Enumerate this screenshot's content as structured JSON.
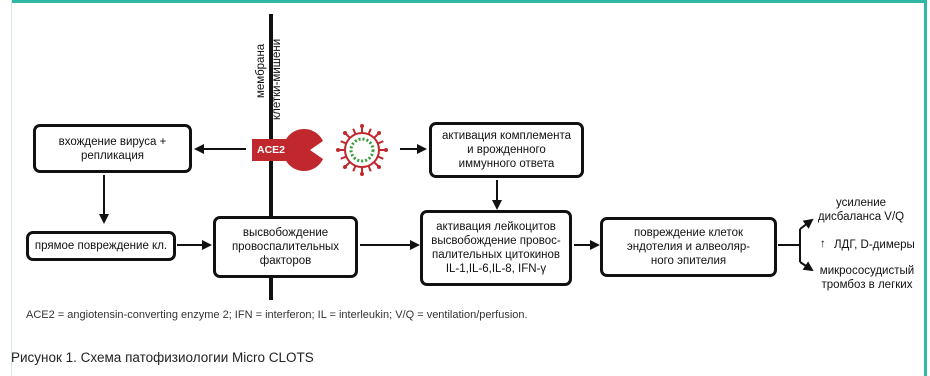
{
  "membrane_label": {
    "line1": "мембрана",
    "line2": "клетки-мишени"
  },
  "receptor_label": "ACE2",
  "boxes": {
    "virus_entry": "вхождение вируса +\nрепликация",
    "complement": "активация комплемента\nи врожденного\nиммунного ответа",
    "direct_damage": "прямое повреждение кл.",
    "proinflammatory": "высвобождение\nпровоспалительных\nфакторов",
    "leukocytes": "активация лейкоцитов\nвысвобождение провос-\nпалительных цитокинов\nIL-1,IL-6,IL-8, IFN-γ",
    "endothelium": "повреждение клеток\nэндотелия и алвеоляр-\nного эпителия"
  },
  "outcomes": {
    "vq": "усиление\nдисбаланса V/Q",
    "ldh_arrow": "↑",
    "ldh": "ЛДГ, D-димеры",
    "thrombosis": "микрососудистый\nтромбоз в легких"
  },
  "footnote": "ACE2 = angiotensin-converting enzyme 2; IFN = interferon; IL = interleukin; V/Q = ventilation/perfusion.",
  "caption": "Рисунок 1. Схема патофизиологии Micro CLOTS",
  "colors": {
    "accent": "#2fb8a6",
    "receptor": "#c0282d",
    "virus": "#c0282d",
    "virus_ring": "#3a9b3a"
  }
}
